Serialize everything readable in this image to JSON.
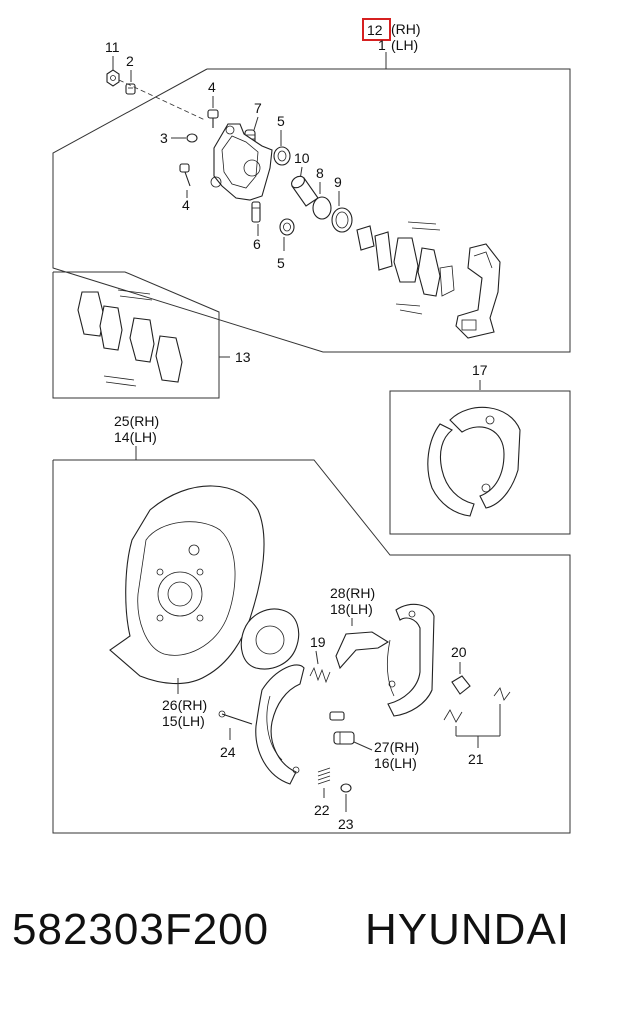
{
  "labels": {
    "l12": "12",
    "rh1": "(RH)",
    "l1": "1",
    "lh1": "(LH)",
    "l11": "11",
    "l2": "2",
    "l4a": "4",
    "l7": "7",
    "l3": "3",
    "l5a": "5",
    "l10": "10",
    "l8": "8",
    "l9": "9",
    "l4b": "4",
    "l6": "6",
    "l5b": "5",
    "l13": "13",
    "l17": "17",
    "l25rh": "25(RH)",
    "l14lh": "14(LH)",
    "l28rh": "28(RH)",
    "l18lh": "18(LH)",
    "l19": "19",
    "l20": "20",
    "l26rh": "26(RH)",
    "l15lh": "15(LH)",
    "l24": "24",
    "l27rh": "27(RH)",
    "l16lh": "16(LH)",
    "l21": "21",
    "l22": "22",
    "l23": "23"
  },
  "footer": {
    "part_number": "582303F200",
    "brand": "HYUNDAI"
  },
  "colors": {
    "highlight": "#d62020",
    "line": "#333333"
  }
}
